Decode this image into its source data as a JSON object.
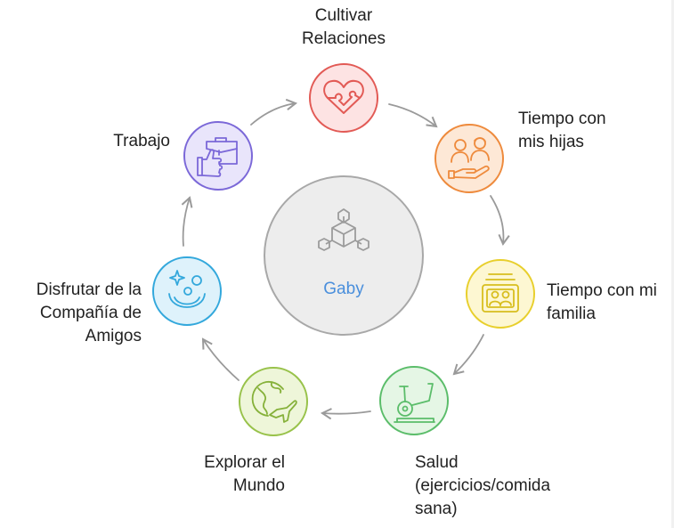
{
  "center": {
    "label": "Gaby",
    "icon": "cube-network-icon",
    "fill": "#ededed",
    "stroke": "#a8a8a8",
    "label_color": "#4a8fdc"
  },
  "nodes": [
    {
      "id": "cultivar-relaciones",
      "lines": [
        "Cultivar",
        "Relaciones"
      ],
      "icon": "heart-puzzle-icon",
      "fill": "#fde3e3",
      "stroke": "#e25a55"
    },
    {
      "id": "tiempo-hijas",
      "lines": [
        "Tiempo con",
        "mis hijas"
      ],
      "icon": "children-hand-icon",
      "fill": "#fde8d6",
      "stroke": "#ee8a3c"
    },
    {
      "id": "tiempo-familia",
      "lines": [
        "Tiempo con mi",
        "familia"
      ],
      "icon": "family-frame-icon",
      "fill": "#fdf7d2",
      "stroke": "#e8cf2c"
    },
    {
      "id": "salud",
      "lines": [
        "Salud",
        "(ejercicios/comida",
        "sana)"
      ],
      "icon": "exercise-bike-icon",
      "fill": "#e5f6e5",
      "stroke": "#5bbd6a"
    },
    {
      "id": "explorar-mundo",
      "lines": [
        "Explorar el",
        "Mundo"
      ],
      "icon": "globe-plane-icon",
      "fill": "#eef6d9",
      "stroke": "#98c24a"
    },
    {
      "id": "disfrutar-amigos",
      "lines": [
        "Disfrutar de la",
        "Compañía de",
        "Amigos"
      ],
      "icon": "smiling-face-icon",
      "fill": "#def2fb",
      "stroke": "#33a8dc"
    },
    {
      "id": "trabajo",
      "lines": [
        "Trabajo"
      ],
      "icon": "briefcase-thumbs-up-icon",
      "fill": "#e9e5fb",
      "stroke": "#7b68d8"
    }
  ],
  "arrow_color": "#9a9a9a"
}
